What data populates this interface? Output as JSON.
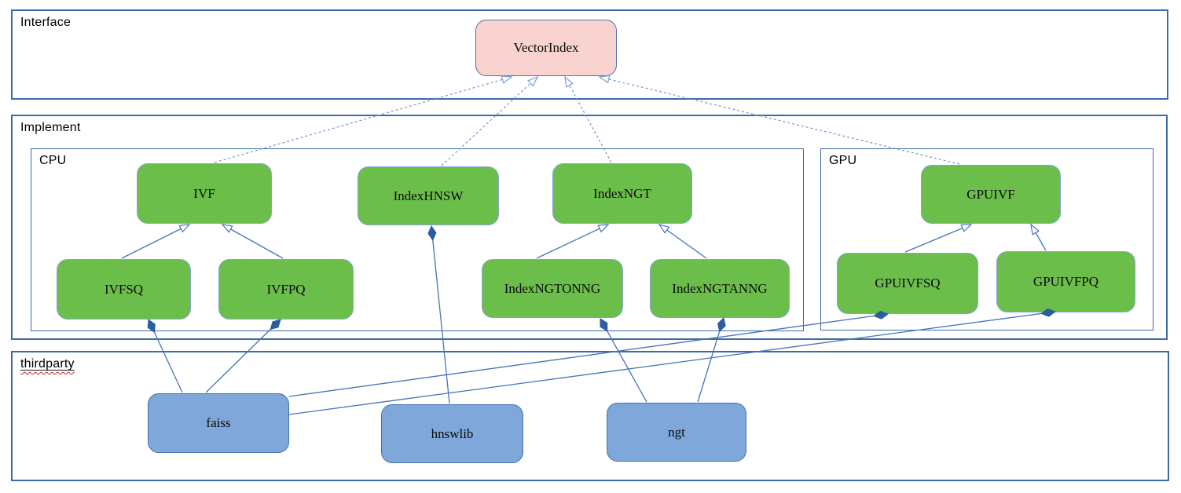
{
  "sections": {
    "interface": {
      "label": "Interface"
    },
    "implement": {
      "label": "Implement"
    },
    "cpu": {
      "label": "CPU"
    },
    "gpu": {
      "label": "GPU"
    },
    "thirdparty": {
      "label": "thirdparty"
    }
  },
  "nodes": {
    "vectorindex": {
      "label": "VectorIndex",
      "layer": "interface"
    },
    "ivf": {
      "label": "IVF",
      "layer": "cpu"
    },
    "indexhnsw": {
      "label": "IndexHNSW",
      "layer": "cpu"
    },
    "indexngt": {
      "label": "IndexNGT",
      "layer": "cpu"
    },
    "ivfsq": {
      "label": "IVFSQ",
      "layer": "cpu"
    },
    "ivfpq": {
      "label": "IVFPQ",
      "layer": "cpu"
    },
    "indexngtonng": {
      "label": "IndexNGTONNG",
      "layer": "cpu"
    },
    "indexngtanng": {
      "label": "IndexNGTANNG",
      "layer": "cpu"
    },
    "gpuivf": {
      "label": "GPUIVF",
      "layer": "gpu"
    },
    "gpuivfsq": {
      "label": "GPUIVFSQ",
      "layer": "gpu"
    },
    "gpuivfpq": {
      "label": "GPUIVFPQ",
      "layer": "gpu"
    },
    "faiss": {
      "label": "faiss",
      "layer": "thirdparty"
    },
    "hnswlib": {
      "label": "hnswlib",
      "layer": "thirdparty"
    },
    "ngt": {
      "label": "ngt",
      "layer": "thirdparty"
    }
  },
  "edges": [
    {
      "from": "ivf",
      "to": "vectorindex",
      "type": "realization"
    },
    {
      "from": "indexhnsw",
      "to": "vectorindex",
      "type": "realization"
    },
    {
      "from": "indexngt",
      "to": "vectorindex",
      "type": "realization"
    },
    {
      "from": "gpuivf",
      "to": "vectorindex",
      "type": "realization"
    },
    {
      "from": "ivfsq",
      "to": "ivf",
      "type": "generalization"
    },
    {
      "from": "ivfpq",
      "to": "ivf",
      "type": "generalization"
    },
    {
      "from": "indexngtonng",
      "to": "indexngt",
      "type": "generalization"
    },
    {
      "from": "indexngtanng",
      "to": "indexngt",
      "type": "generalization"
    },
    {
      "from": "gpuivfsq",
      "to": "gpuivf",
      "type": "generalization"
    },
    {
      "from": "gpuivfpq",
      "to": "gpuivf",
      "type": "generalization"
    },
    {
      "from": "faiss",
      "to": "ivfsq",
      "type": "composition"
    },
    {
      "from": "faiss",
      "to": "ivfpq",
      "type": "composition"
    },
    {
      "from": "faiss",
      "to": "gpuivfsq",
      "type": "composition"
    },
    {
      "from": "faiss",
      "to": "gpuivfpq",
      "type": "composition"
    },
    {
      "from": "hnswlib",
      "to": "indexhnsw",
      "type": "composition"
    },
    {
      "from": "ngt",
      "to": "indexngtonng",
      "type": "composition"
    },
    {
      "from": "ngt",
      "to": "indexngtanng",
      "type": "composition"
    }
  ],
  "colors": {
    "line": "#4675B8",
    "dashed_line": "#7D9CD4",
    "diamond": "#2E5D9E",
    "node_green": "#6CBE4B",
    "node_green_border": "#87A3CF",
    "node_blue": "#7FA7D9",
    "node_blue_border": "#4273AE",
    "node_pink": "#F8D3D0",
    "node_pink_border": "#4A73A8",
    "section_border": "#3D6BA6",
    "spellcheck": "#CE2222"
  }
}
